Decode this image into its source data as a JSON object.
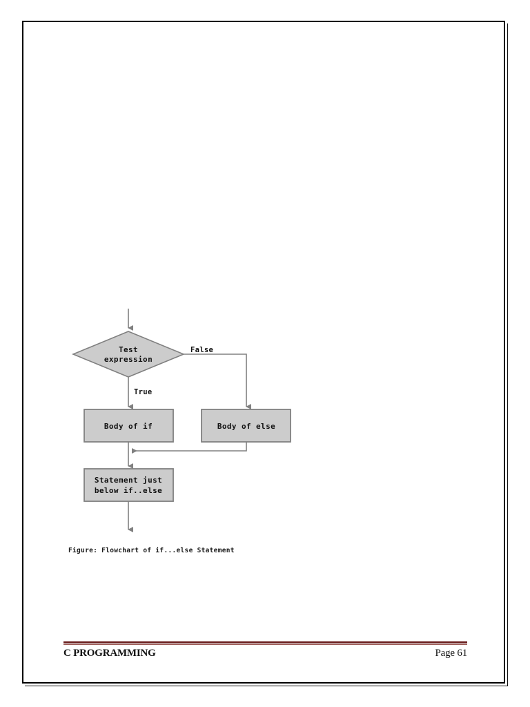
{
  "document": {
    "footer": {
      "left_text": "C PROGRAMMING",
      "right_text": "Page 61",
      "rule_color": "#6b2020"
    }
  },
  "figure": {
    "caption": "Figure: Flowchart of if...else Statement"
  },
  "chart_data": {
    "type": "diagram",
    "diagram_kind": "flowchart",
    "title": "Flowchart of if...else Statement",
    "node_fill": "#cccccc",
    "node_stroke": "#808080",
    "edge_color": "#808080",
    "nodes": [
      {
        "id": "entry",
        "shape": "arrow-in",
        "label": ""
      },
      {
        "id": "test",
        "shape": "diamond",
        "label_line1": "Test",
        "label_line2": "expression"
      },
      {
        "id": "body_if",
        "shape": "rect",
        "label_line1": "Body of if",
        "label_line2": ""
      },
      {
        "id": "body_else",
        "shape": "rect",
        "label_line1": "Body of else",
        "label_line2": ""
      },
      {
        "id": "stmt",
        "shape": "rect",
        "label_line1": "Statement just",
        "label_line2": "below if..else"
      },
      {
        "id": "exit",
        "shape": "arrow-out",
        "label": ""
      }
    ],
    "edges": [
      {
        "from": "entry",
        "to": "test",
        "label": ""
      },
      {
        "from": "test",
        "to": "body_if",
        "label": "True"
      },
      {
        "from": "test",
        "to": "body_else",
        "label": "False"
      },
      {
        "from": "body_if",
        "to": "stmt",
        "label": ""
      },
      {
        "from": "body_else",
        "to": "stmt",
        "label": ""
      },
      {
        "from": "stmt",
        "to": "exit",
        "label": ""
      }
    ],
    "labels": {
      "true": "True",
      "false": "False"
    }
  }
}
